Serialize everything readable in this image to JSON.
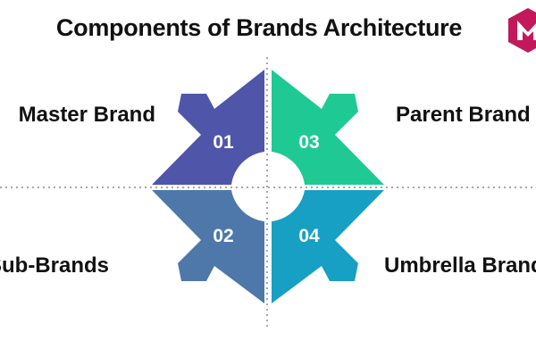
{
  "title": "Components of Brands Architecture",
  "quadrants": [
    {
      "number": "01",
      "label": "Master Brand",
      "color": "#4f55a8"
    },
    {
      "number": "02",
      "label": "Sub-Brands",
      "color": "#4e78aa"
    },
    {
      "number": "03",
      "label": "Parent Brand",
      "color": "#1fc994"
    },
    {
      "number": "04",
      "label": "Umbrella Brand",
      "color": "#18a0c4"
    }
  ],
  "logo": {
    "color": "#c3185c",
    "icon": "hexagon-m-logo-icon"
  }
}
